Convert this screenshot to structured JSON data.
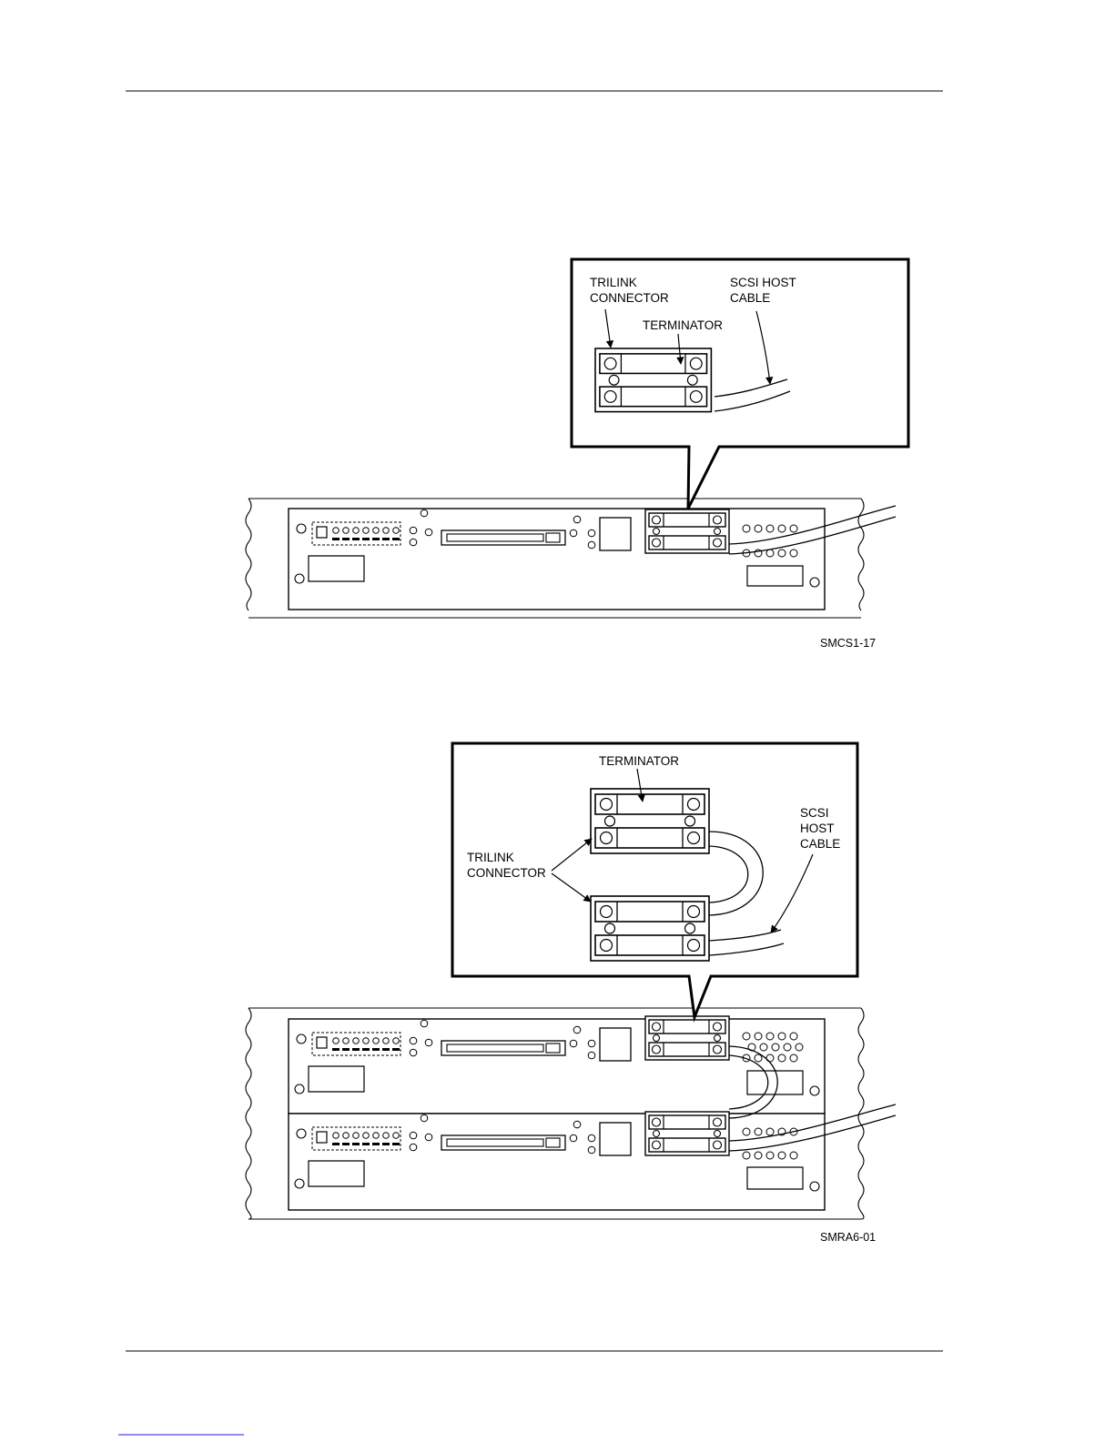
{
  "figure1": {
    "callout": {
      "trilink_line1": "TRILINK",
      "trilink_line2": "CONNECTOR",
      "terminator": "TERMINATOR",
      "cable_line1": "SCSI HOST",
      "cable_line2": "CABLE"
    },
    "figure_id": "SMCS1-17"
  },
  "figure2": {
    "callout": {
      "terminator": "TERMINATOR",
      "trilink_line1": "TRILINK",
      "trilink_line2": "CONNECTOR",
      "cable_line1": "SCSI",
      "cable_line2": "HOST",
      "cable_line3": "CABLE"
    },
    "figure_id": "SMRA6-01"
  }
}
